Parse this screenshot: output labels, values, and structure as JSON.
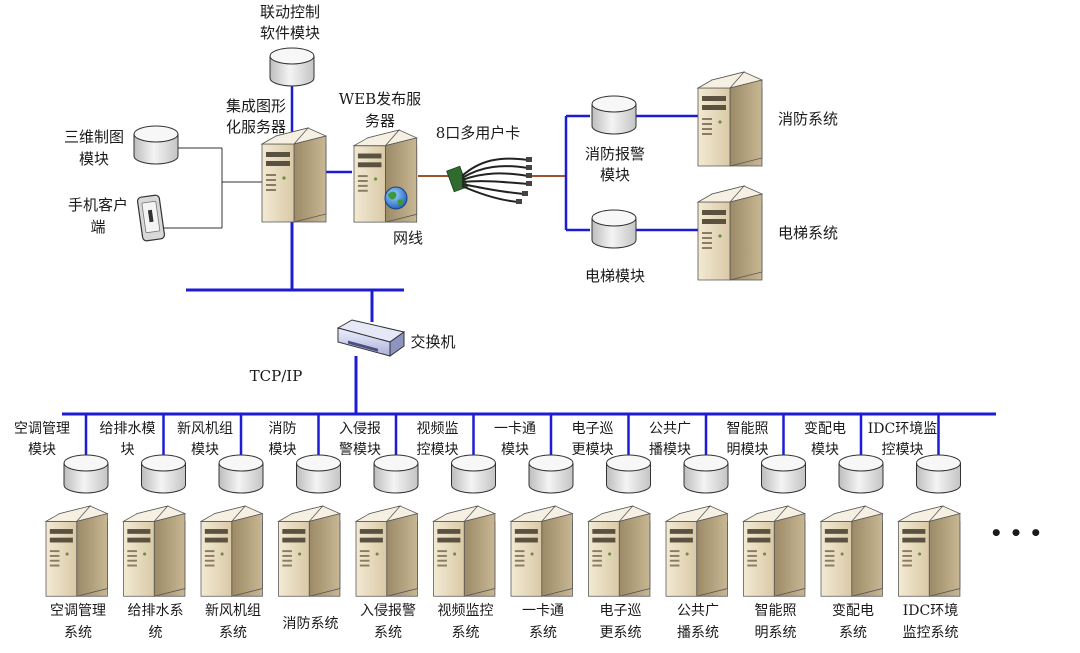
{
  "top_labels": {
    "linkage_software": [
      "联动控制",
      "软件模块"
    ],
    "integrated_graphics_server": [
      "集成图形",
      "化服务器"
    ],
    "web_server": [
      "WEB发布服",
      "务器"
    ],
    "three_d_mapping": [
      "三维制图",
      "模块"
    ],
    "mobile_client": [
      "手机客户",
      "端"
    ],
    "multiport_card": "8口多用户卡",
    "network_cable": "网线",
    "fire_alarm_module": [
      "消防报警",
      "模块"
    ],
    "elevator_module": "电梯模块",
    "fire_system": "消防系统",
    "elevator_system": "电梯系统",
    "switch": "交换机",
    "protocol": "TCP/IP",
    "ellipsis": "• • •"
  },
  "subsystems": [
    {
      "module": [
        "空调管理",
        "模块"
      ],
      "system": [
        "空调管理",
        "系统"
      ]
    },
    {
      "module": [
        "给排水模",
        "块"
      ],
      "system": [
        "给排水系",
        "统"
      ]
    },
    {
      "module": [
        "新风机组",
        "模块"
      ],
      "system": [
        "新风机组",
        "系统"
      ]
    },
    {
      "module": [
        "消防",
        "模块"
      ],
      "system": [
        "消防系统"
      ]
    },
    {
      "module": [
        "入侵报",
        "警模块"
      ],
      "system": [
        "入侵报警",
        "系统"
      ]
    },
    {
      "module": [
        "视频监",
        "控模块"
      ],
      "system": [
        "视频监控",
        "系统"
      ]
    },
    {
      "module": [
        "一卡通",
        "模块"
      ],
      "system": [
        "一卡通",
        "系统"
      ]
    },
    {
      "module": [
        "电子巡",
        "更模块"
      ],
      "system": [
        "电子巡",
        "更系统"
      ]
    },
    {
      "module": [
        "公共广",
        "播模块"
      ],
      "system": [
        "公共广",
        "播系统"
      ]
    },
    {
      "module": [
        "智能照",
        "明模块"
      ],
      "system": [
        "智能照",
        "明系统"
      ]
    },
    {
      "module": [
        "变配电",
        "模块"
      ],
      "system": [
        "变配电",
        "系统"
      ]
    },
    {
      "module": [
        "IDC环境监",
        "控模块"
      ],
      "system": [
        "IDC环境",
        "监控系统"
      ]
    }
  ],
  "colors": {
    "bus_line": "#1c1cd6",
    "thin_line": "#333333",
    "serial_cable": "#a0522d",
    "server_front": "#ece2c8",
    "server_side": "#b8a684",
    "server_top": "#f4eedf",
    "disk_body": "#e6e6e6"
  },
  "icons": {
    "server": "server-tower-icon",
    "database": "database-cylinder-icon",
    "phone": "mobile-phone-icon",
    "switch": "network-switch-icon",
    "card": "multiport-serial-card-icon",
    "globe": "globe-icon"
  }
}
